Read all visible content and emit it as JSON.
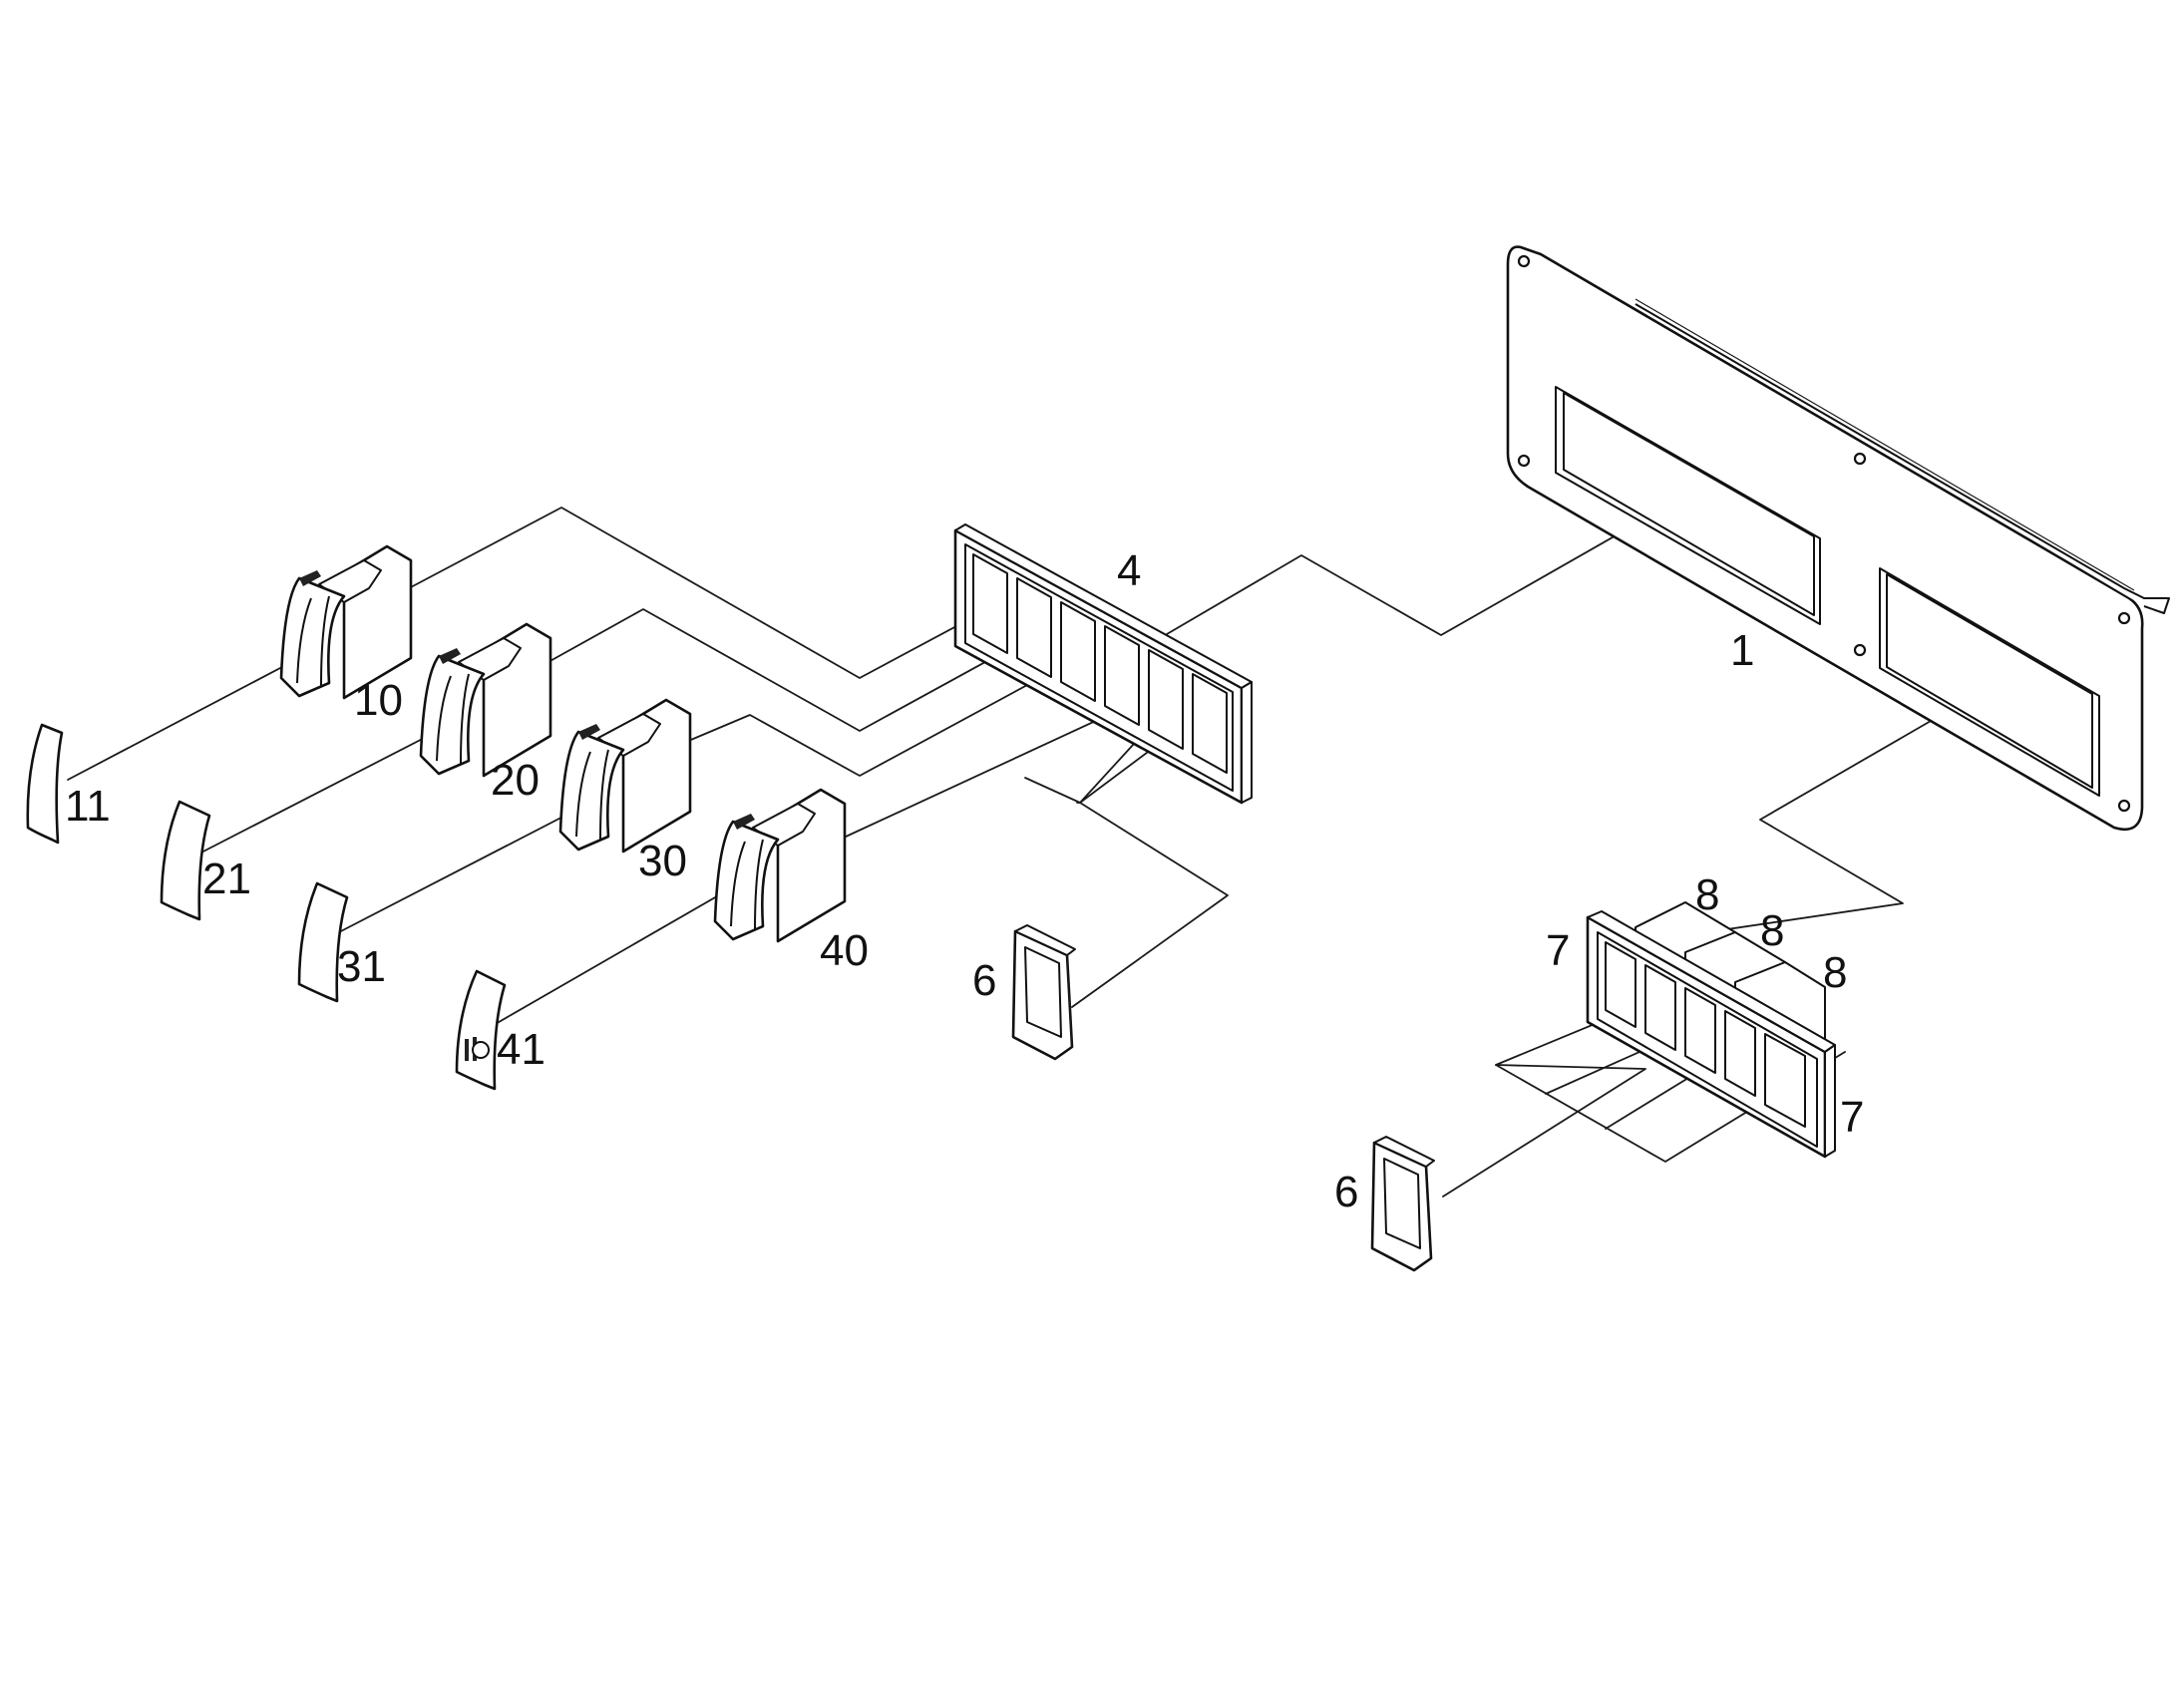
{
  "callouts": {
    "c1": "1",
    "c4": "4",
    "c6a": "6",
    "c6b": "6",
    "c7a": "7",
    "c7b": "7",
    "c8a": "8",
    "c8b": "8",
    "c8c": "8",
    "c10": "10",
    "c11": "11",
    "c20": "20",
    "c21": "21",
    "c30": "30",
    "c31": "31",
    "c40": "40",
    "c41": "41"
  }
}
